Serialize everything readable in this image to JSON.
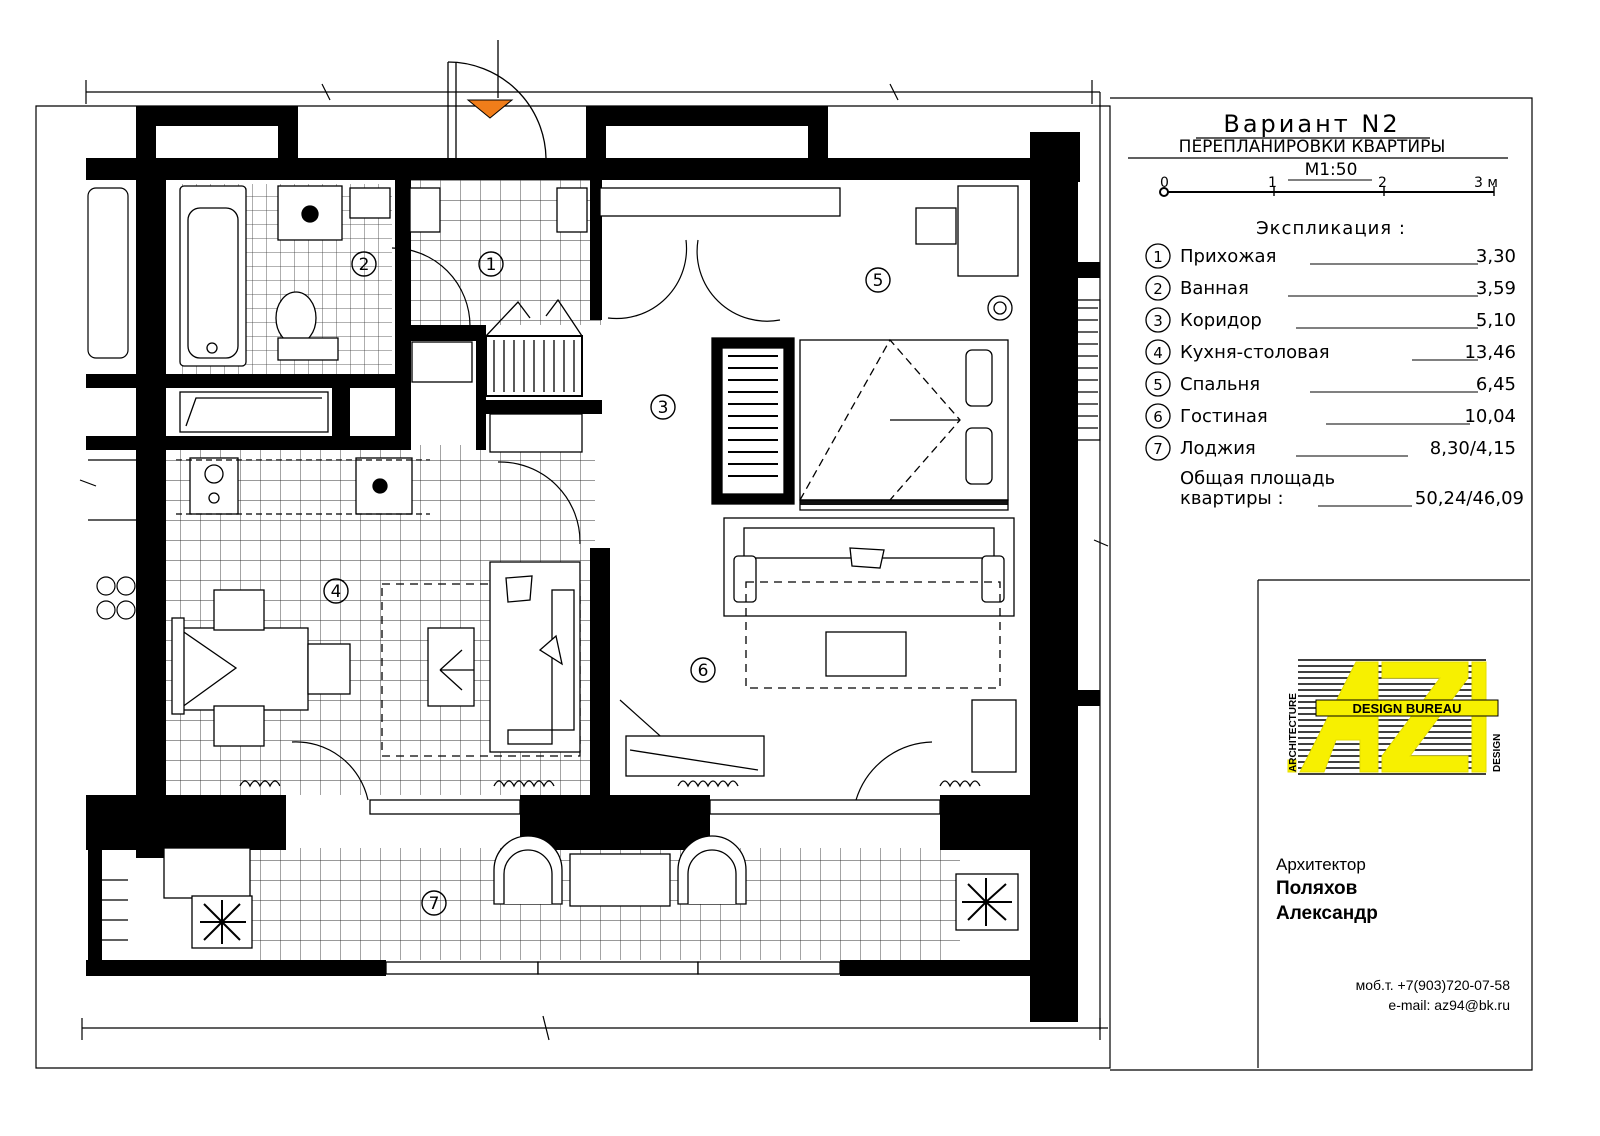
{
  "title_block": {
    "variant": "Вариант N2",
    "subtitle": "перепланировки квартиры",
    "scale": "М1:50",
    "scale_ticks": [
      "0",
      "1",
      "2",
      "3 м"
    ]
  },
  "explication": {
    "heading": "Экспликация :",
    "rooms": [
      {
        "num": "1",
        "name": "Прихожая",
        "area": "3,30"
      },
      {
        "num": "2",
        "name": "Ванная",
        "area": "3,59"
      },
      {
        "num": "3",
        "name": "Коридор",
        "area": "5,10"
      },
      {
        "num": "4",
        "name": "Кухня-столовая",
        "area": "13,46"
      },
      {
        "num": "5",
        "name": "Спальня",
        "area": "6,45"
      },
      {
        "num": "6",
        "name": "Гостиная",
        "area": "10,04"
      },
      {
        "num": "7",
        "name": "Лоджия",
        "area": "8,30/4,15"
      }
    ],
    "total_label_1": "Общая площадь",
    "total_label_2": "квартиры :",
    "total_value": "50,24/46,09"
  },
  "logo": {
    "side_left": "ARCHITECTURE",
    "side_right": "DESIGN",
    "band_text": "DESIGN BUREAU",
    "letters": "AZ",
    "accent_color": "#f7f000"
  },
  "author": {
    "role": "Архитектор",
    "surname": "Поляхов",
    "name": "Александр",
    "phone": "моб.т. +7(903)720-07-58",
    "email": "e-mail: az94@bk.ru"
  },
  "plan_labels": [
    "1",
    "2",
    "3",
    "4",
    "5",
    "6",
    "7"
  ],
  "colors": {
    "wall": "#000000",
    "entrance_marker": "#f07d1a",
    "paper": "#ffffff"
  }
}
